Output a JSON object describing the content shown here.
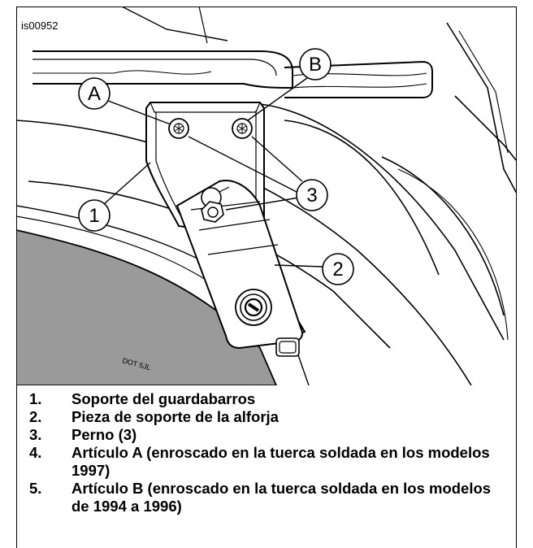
{
  "figure": {
    "id_label": "is00952",
    "callouts": {
      "A": "A",
      "B": "B",
      "one": "1",
      "two": "2",
      "three": "3"
    }
  },
  "legend": [
    {
      "num": "1.",
      "text": "Soporte del guardabarros"
    },
    {
      "num": "2.",
      "text": "Pieza de soporte de la alforja"
    },
    {
      "num": "3.",
      "text": "Perno (3)"
    },
    {
      "num": "4.",
      "text": "Artículo A (enroscado en la tuerca soldada en los modelos 1997)"
    },
    {
      "num": "5.",
      "text": "Artículo B (enroscado en la tuerca soldada en los modelos de 1994 a 1996)"
    }
  ]
}
